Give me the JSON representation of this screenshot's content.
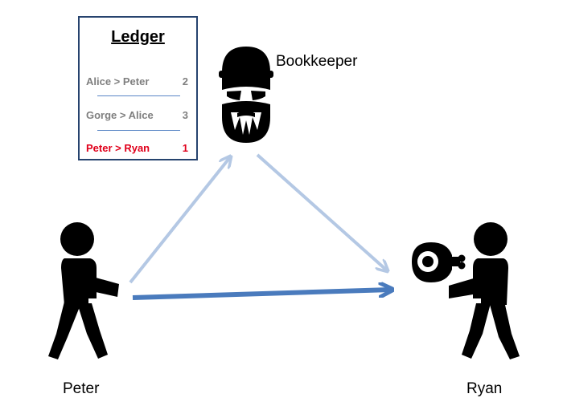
{
  "ledger": {
    "title": "Ledger",
    "entries": [
      {
        "parties": "Alice > Peter",
        "amount": "2",
        "highlight": false
      },
      {
        "parties": "Gorge > Alice",
        "amount": "3",
        "highlight": false
      },
      {
        "parties": "Peter > Ryan",
        "amount": "1",
        "highlight": true
      }
    ]
  },
  "actors": {
    "bookkeeper": "Bookkeeper",
    "peter": "Peter",
    "ryan": "Ryan"
  },
  "icons": {
    "bookkeeper": "masked-bandit-icon",
    "peter": "person-walking-icon",
    "ryan": "person-walking-icon",
    "item": "ham-icon"
  },
  "colors": {
    "ledger_border": "#26436e",
    "highlight": "#e0001b",
    "entry_text": "#7f7f7f",
    "arrow_light": "#b4c8e4",
    "arrow_dark": "#4a7bbd",
    "figure": "#000000"
  }
}
